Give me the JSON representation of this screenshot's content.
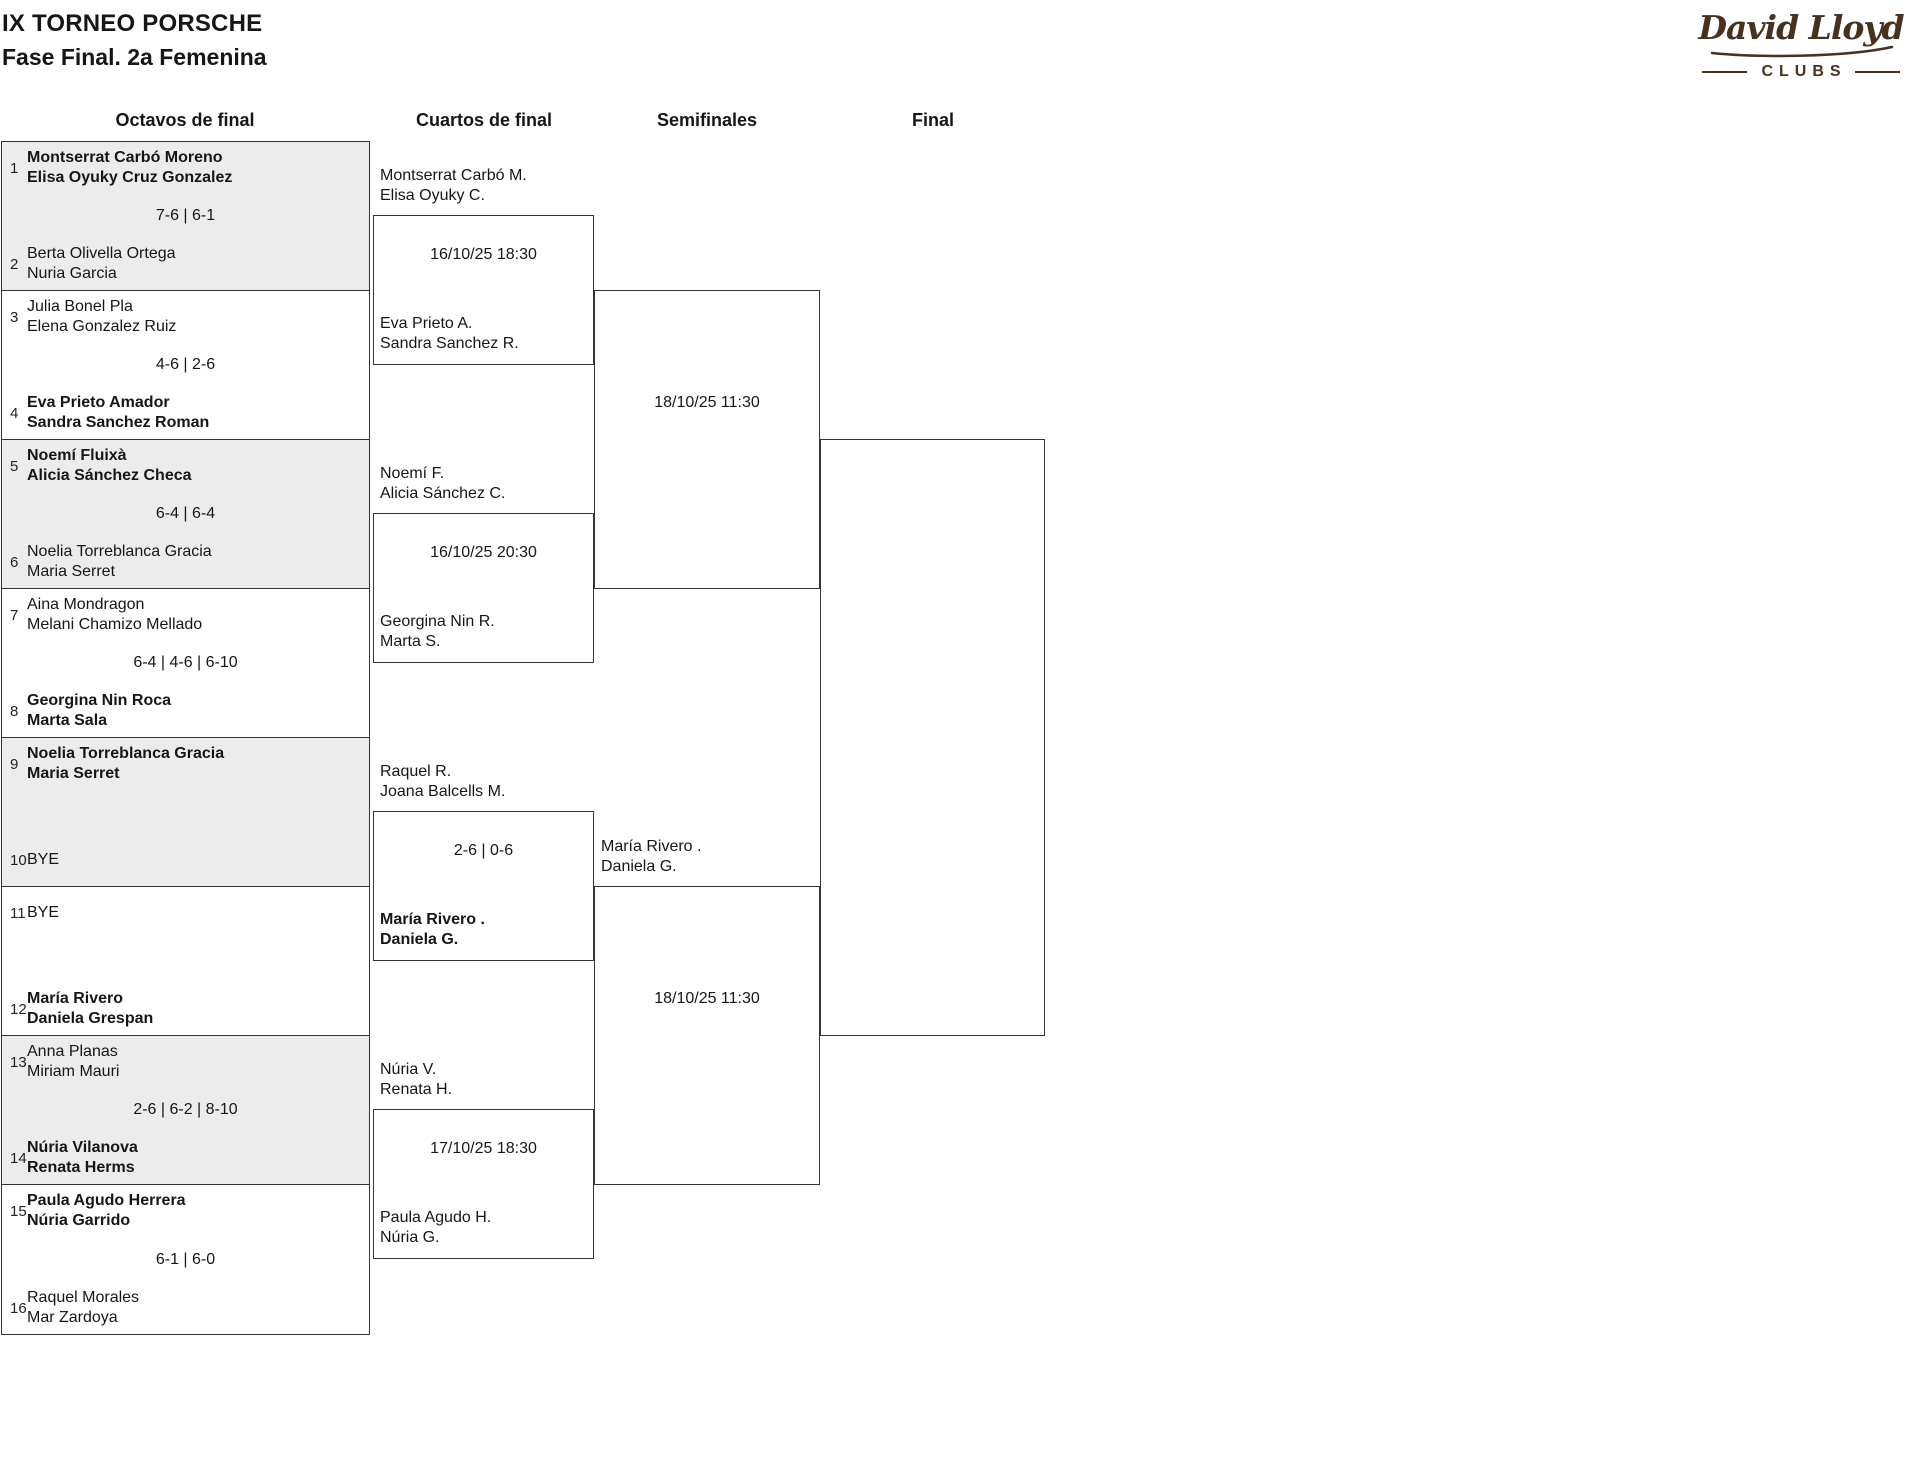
{
  "page": {
    "title": "IX TORNEO PORSCHE",
    "subtitle": "Fase Final. 2a Femenina"
  },
  "logo": {
    "script": "David Lloyd",
    "clubs": "CLUBS",
    "color": "#46321f"
  },
  "headers": {
    "r16": "Octavos de final",
    "qf": "Cuartos de final",
    "sf": "Semifinales",
    "final": "Final"
  },
  "round16": {
    "matches": [
      {
        "shaded": true,
        "teamA": {
          "seed": "1",
          "line1": "Montserrat Carbó Moreno",
          "line2": "Elisa Oyuky Cruz Gonzalez",
          "winner": true
        },
        "score": "7-6 | 6-1",
        "teamB": {
          "seed": "2",
          "line1": "Berta Olivella Ortega",
          "line2": "Nuria Garcia",
          "winner": false
        }
      },
      {
        "shaded": false,
        "teamA": {
          "seed": "3",
          "line1": "Julia Bonel Pla",
          "line2": "Elena Gonzalez Ruiz",
          "winner": false
        },
        "score": "4-6 | 2-6",
        "teamB": {
          "seed": "4",
          "line1": "Eva Prieto Amador",
          "line2": "Sandra Sanchez Roman",
          "winner": true
        }
      },
      {
        "shaded": true,
        "teamA": {
          "seed": "5",
          "line1": "Noemí Fluixà",
          "line2": "Alicia Sánchez Checa",
          "winner": true
        },
        "score": "6-4 | 6-4",
        "teamB": {
          "seed": "6",
          "line1": "Noelia Torreblanca Gracia",
          "line2": "Maria Serret",
          "winner": false
        }
      },
      {
        "shaded": false,
        "teamA": {
          "seed": "7",
          "line1": "Aina Mondragon",
          "line2": "Melani Chamizo Mellado",
          "winner": false
        },
        "score": "6-4 | 4-6 | 6-10",
        "teamB": {
          "seed": "8",
          "line1": "Georgina Nin Roca",
          "line2": "Marta Sala",
          "winner": true
        }
      },
      {
        "shaded": true,
        "teamA": {
          "seed": "9",
          "line1": "Noelia Torreblanca Gracia",
          "line2": "Maria Serret",
          "winner": true
        },
        "score": "",
        "teamB": {
          "seed": "10",
          "line1": "BYE",
          "line2": "",
          "winner": false
        }
      },
      {
        "shaded": false,
        "teamA": {
          "seed": "11",
          "line1": "BYE",
          "line2": "",
          "winner": false
        },
        "score": "",
        "teamB": {
          "seed": "12",
          "line1": "María Rivero",
          "line2": "Daniela Grespan",
          "winner": true
        }
      },
      {
        "shaded": true,
        "teamA": {
          "seed": "13",
          "line1": "Anna Planas",
          "line2": "Miriam Mauri",
          "winner": false
        },
        "score": "2-6 | 6-2 | 8-10",
        "teamB": {
          "seed": "14",
          "line1": "Núria Vilanova",
          "line2": "Renata Herms",
          "winner": true
        }
      },
      {
        "shaded": false,
        "teamA": {
          "seed": "15",
          "line1": "Paula Agudo Herrera",
          "line2": "Núria Garrido",
          "winner": true
        },
        "score": "6-1 | 6-0",
        "teamB": {
          "seed": "16",
          "line1": "Raquel Morales",
          "line2": "Mar Zardoya",
          "winner": false
        }
      }
    ]
  },
  "quarterfinals": [
    {
      "slot1": {
        "line1": "Montserrat Carbó M.",
        "line2": "Elisa Oyuky C.",
        "winner": false
      },
      "center": "16/10/25 18:30",
      "slot2": {
        "line1": "Eva Prieto A.",
        "line2": "Sandra Sanchez R.",
        "winner": false
      }
    },
    {
      "slot1": {
        "line1": "Noemí F.",
        "line2": "Alicia Sánchez C.",
        "winner": false
      },
      "center": "16/10/25 20:30",
      "slot2": {
        "line1": "Georgina Nin R.",
        "line2": "Marta S.",
        "winner": false
      }
    },
    {
      "slot1": {
        "line1": "Raquel R.",
        "line2": "Joana Balcells M.",
        "winner": false
      },
      "center": "2-6 | 0-6",
      "slot2": {
        "line1": "María Rivero .",
        "line2": "Daniela G.",
        "winner": true
      }
    },
    {
      "slot1": {
        "line1": "Núria V.",
        "line2": "Renata H.",
        "winner": false
      },
      "center": "17/10/25 18:30",
      "slot2": {
        "line1": "Paula Agudo H.",
        "line2": "Núria G.",
        "winner": false
      }
    }
  ],
  "semifinals": [
    {
      "slot1": null,
      "center": "18/10/25 11:30",
      "slot2": null
    },
    {
      "slot1": {
        "line1": "María Rivero .",
        "line2": "Daniela G.",
        "winner": false
      },
      "center": "18/10/25 11:30",
      "slot2": null
    }
  ]
}
